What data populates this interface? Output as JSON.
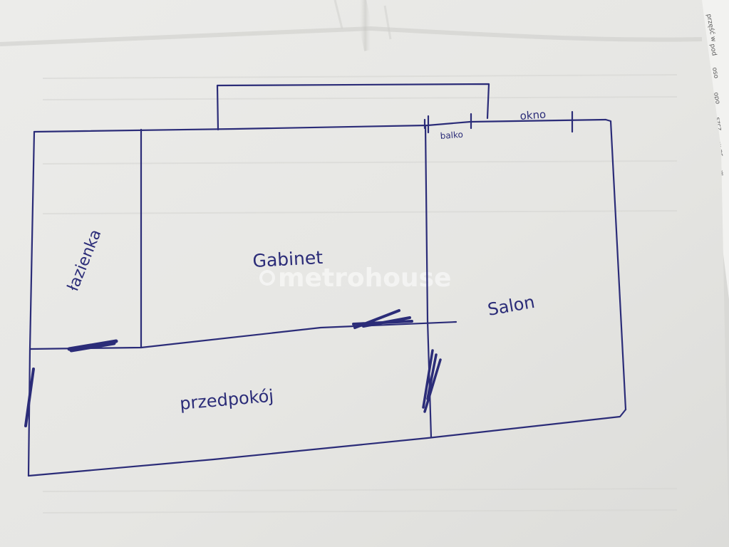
{
  "colors": {
    "paper": "#e9e9e6",
    "paper_shadow": "#c9c9c5",
    "ink": "#2b2c78",
    "watermark": "#ffffff"
  },
  "rooms": {
    "lazienka": "łazienka",
    "gabinet": "Gabinet",
    "salon": "Salon",
    "przedpokoj": "przedpokój"
  },
  "labels": {
    "balkon": "balko",
    "okno": "okno"
  },
  "watermark": {
    "text": "metrohouse"
  }
}
